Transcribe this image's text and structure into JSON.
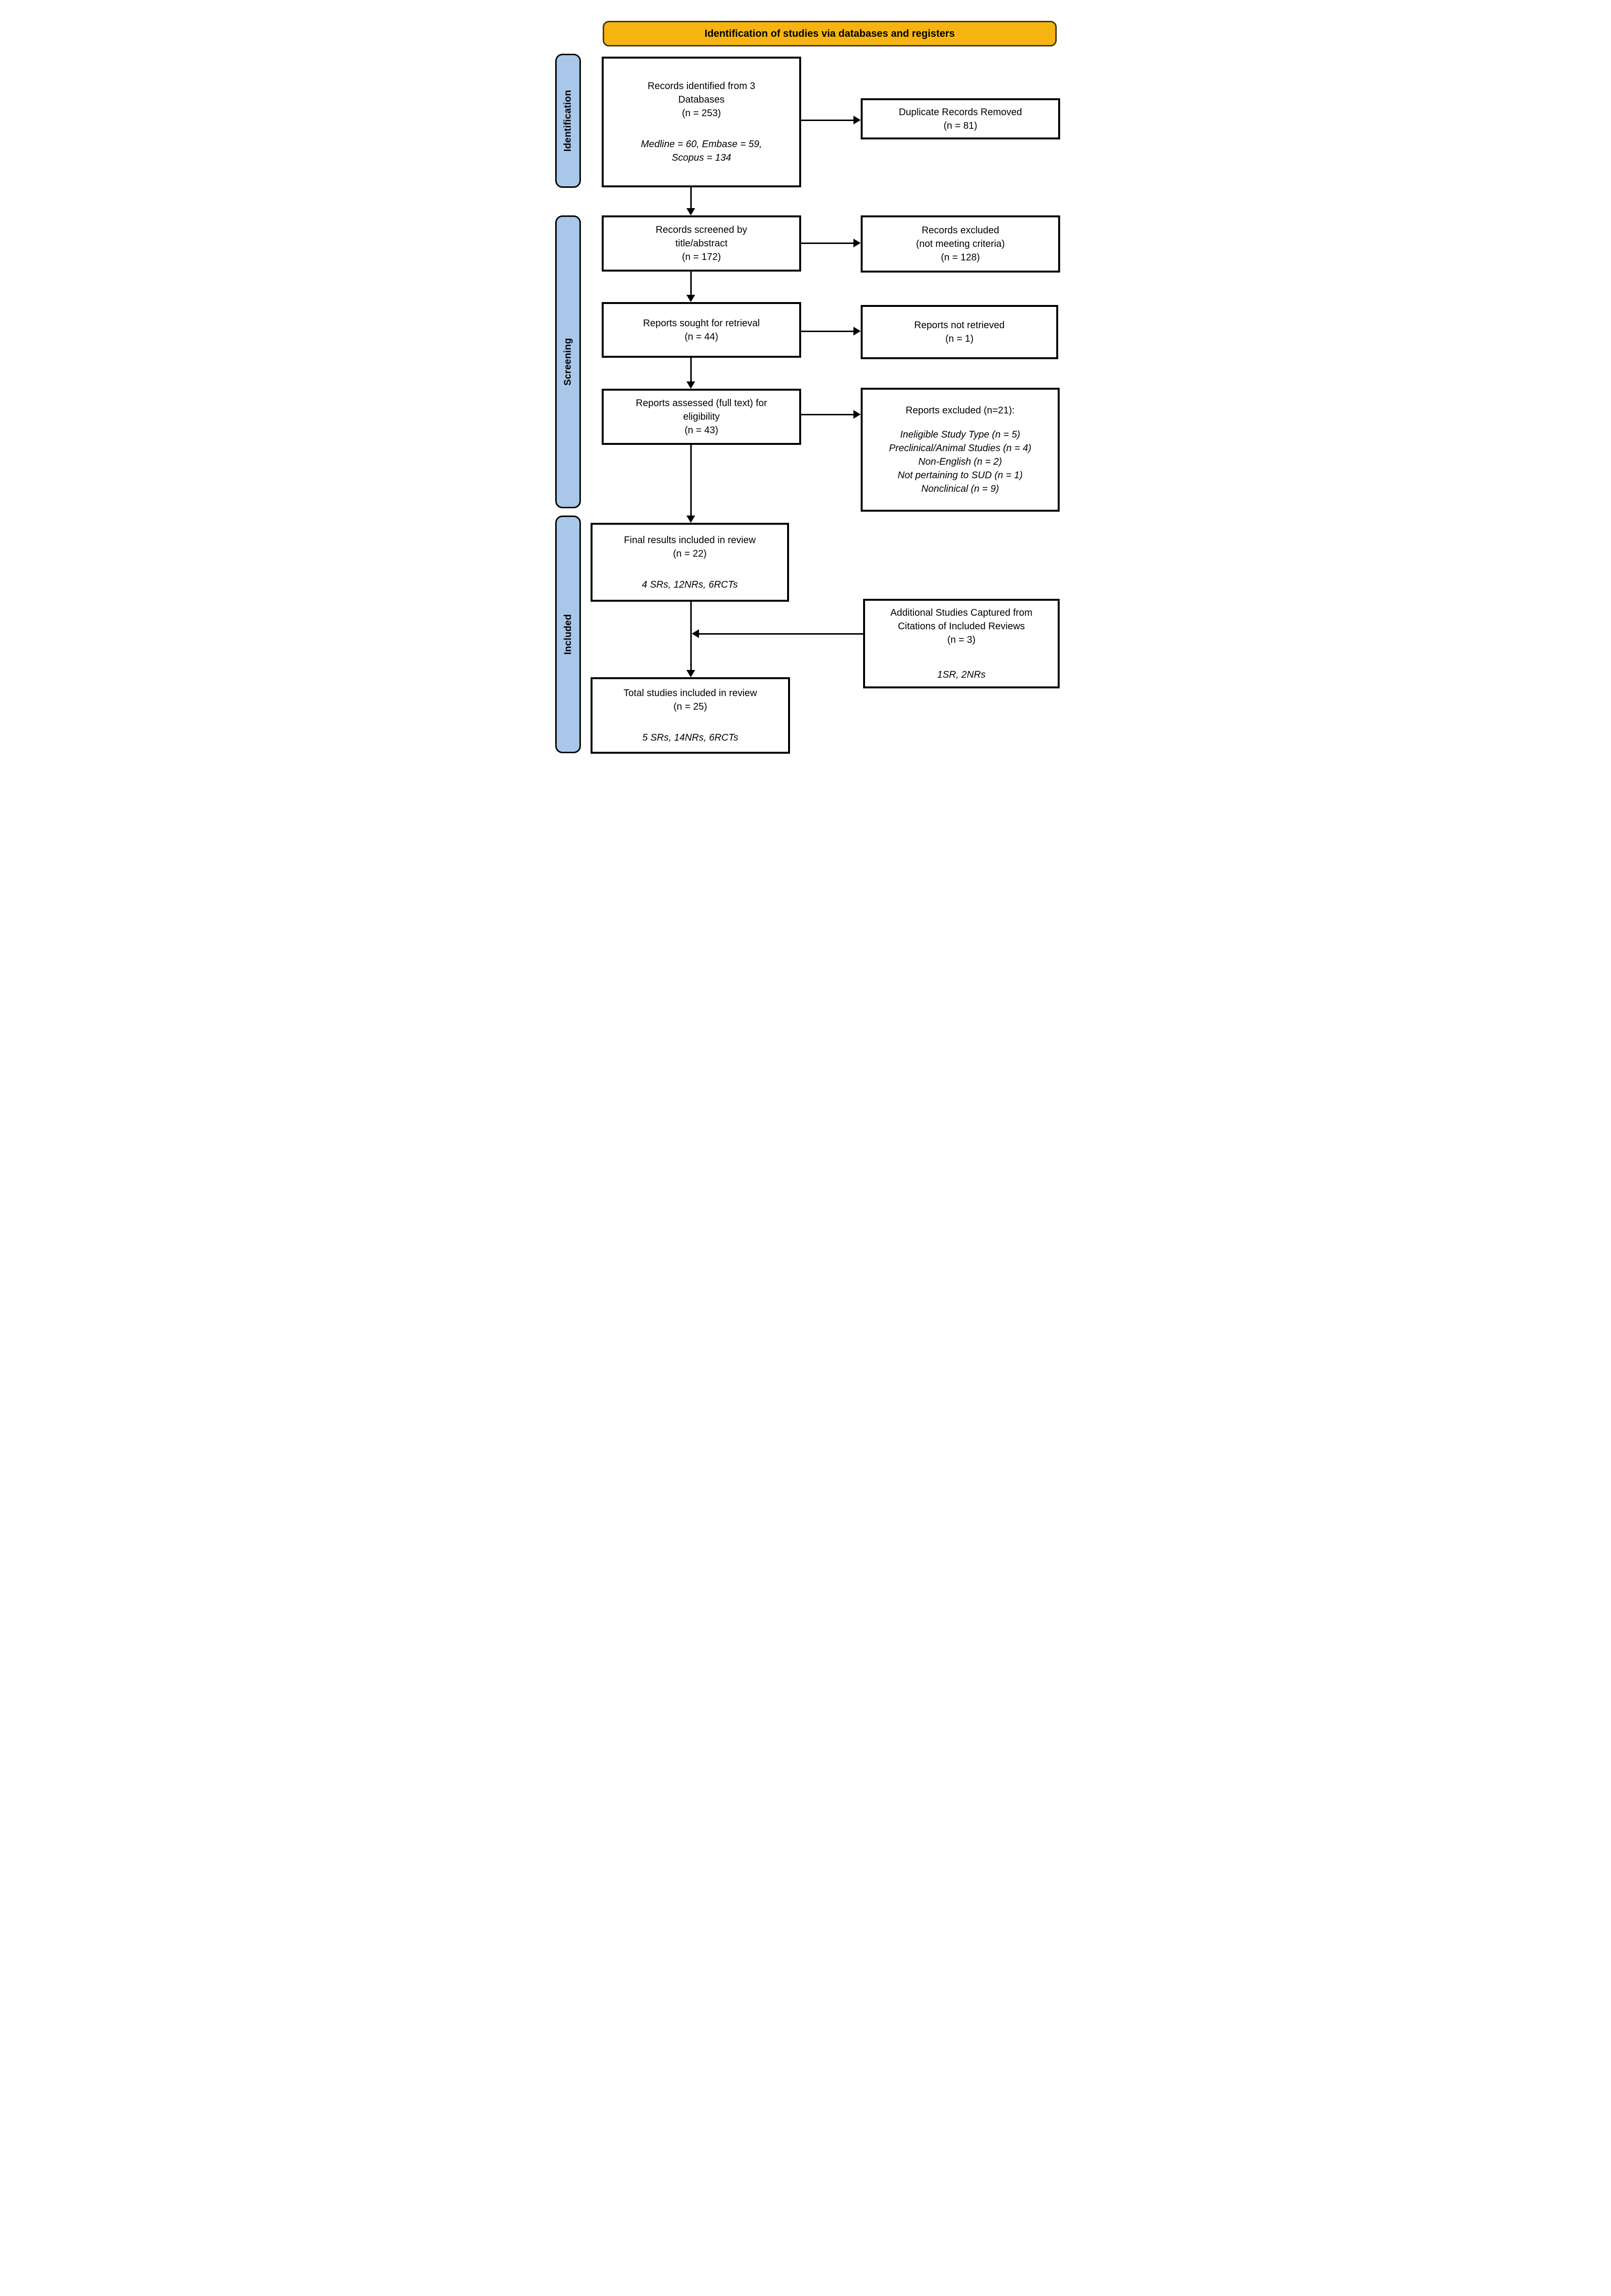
{
  "banner": {
    "title": "Identification of studies via databases and registers"
  },
  "stages": [
    {
      "id": "identification",
      "label": "Identification"
    },
    {
      "id": "screening",
      "label": "Screening"
    },
    {
      "id": "included",
      "label": "Included"
    }
  ],
  "boxes": {
    "records_identified": {
      "lines": [
        "Records identified from 3",
        "Databases",
        "(n = 253)"
      ],
      "note_lines": [
        "Medline = 60, Embase = 59,",
        "Scopus = 134"
      ]
    },
    "duplicates_removed": {
      "lines": [
        "Duplicate Records Removed",
        "(n = 81)"
      ]
    },
    "records_screened": {
      "lines": [
        "Records screened by",
        "title/abstract",
        "(n = 172)"
      ]
    },
    "records_excluded": {
      "lines": [
        "Records excluded",
        "(not meeting criteria)",
        "(n = 128)"
      ]
    },
    "reports_sought": {
      "lines": [
        "Reports sought for retrieval",
        "(n = 44)"
      ]
    },
    "reports_not_retrieved": {
      "lines": [
        "Reports not retrieved",
        "(n = 1)"
      ]
    },
    "reports_assessed": {
      "lines": [
        "Reports assessed (full text)  for",
        "eligibility",
        "(n = 43)"
      ]
    },
    "reports_excluded": {
      "lines": [
        "Reports excluded (n=21):"
      ],
      "note_lines": [
        "Ineligible Study Type (n = 5)",
        "Preclinical/Animal Studies (n = 4)",
        "Non-English (n = 2)",
        "Not pertaining to SUD (n = 1)",
        "Nonclinical (n = 9)"
      ]
    },
    "final_results": {
      "lines": [
        "Final results included in review",
        "(n = 22)"
      ],
      "note_lines": [
        "4 SRs, 12NRs, 6RCTs"
      ]
    },
    "additional_studies": {
      "lines": [
        "Additional Studies Captured from",
        "Citations of Included Reviews",
        "(n = 3)"
      ],
      "note_lines": [
        "1SR, 2NRs"
      ]
    },
    "total_studies": {
      "lines": [
        "Total studies included in review",
        "(n = 25)"
      ],
      "note_lines": [
        "5 SRs, 14NRs, 6RCTs"
      ]
    }
  },
  "colors": {
    "banner-bg": "#F6B412",
    "stage-bg": "#A8C7E9",
    "line": "#000000",
    "bg": "#FFFFFF"
  }
}
